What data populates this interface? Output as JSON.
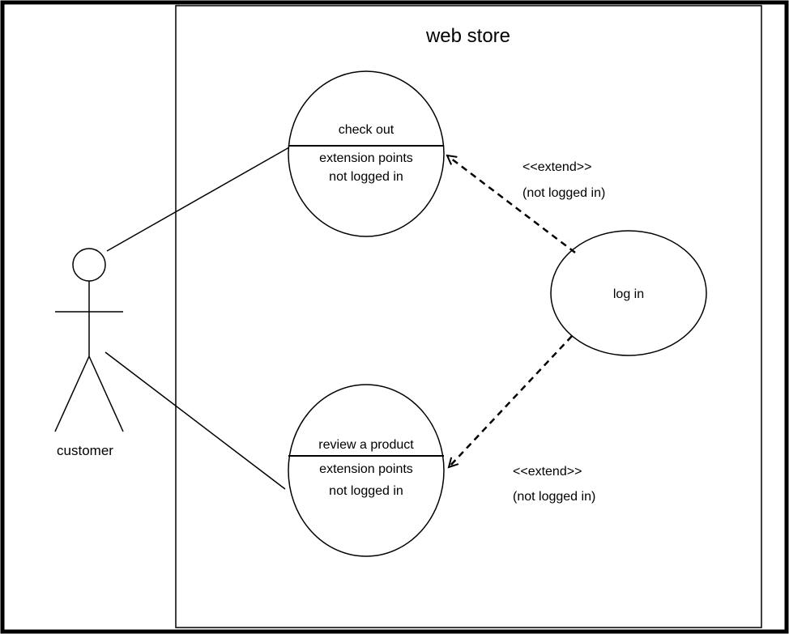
{
  "system": {
    "title": "web store"
  },
  "actor": {
    "name": "customer"
  },
  "use_cases": {
    "checkout": {
      "name": "check out",
      "compartment_title": "extension points",
      "extension_point": "not logged in"
    },
    "review": {
      "name": "review a product",
      "compartment_title": "extension points",
      "extension_point": "not logged in"
    },
    "login": {
      "name": "log in"
    }
  },
  "relationships": {
    "extend_checkout": {
      "stereotype": "<<extend>>",
      "condition": "(not logged in)"
    },
    "extend_review": {
      "stereotype": "<<extend>>",
      "condition": "(not logged in)"
    }
  },
  "colors": {
    "line": "#000000",
    "background": "#ffffff"
  }
}
